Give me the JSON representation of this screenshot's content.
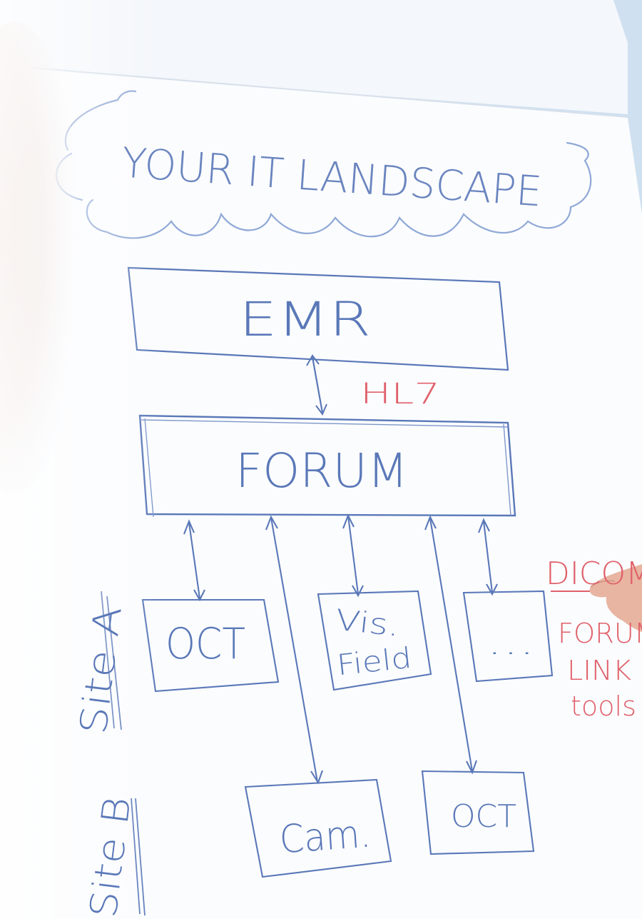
{
  "board": {
    "title": "YOUR IT LANDSCAPE",
    "systems": {
      "top": "EMR",
      "hub": "FORUM"
    },
    "protocols": {
      "emr_link": "HL7",
      "device_link": "DICOM"
    },
    "site_a": {
      "label": "Site A",
      "devices": [
        "OCT",
        "Vis.",
        "Field",
        "..."
      ]
    },
    "site_b": {
      "label": "Site B",
      "devices": [
        "Cam.",
        "OCT"
      ]
    },
    "side_note": [
      "FORUM",
      "LINK",
      "tools"
    ]
  },
  "colors": {
    "marker_blue": "#5a78b8",
    "marker_red": "#e0606a",
    "paper": "#fbfcfe"
  }
}
